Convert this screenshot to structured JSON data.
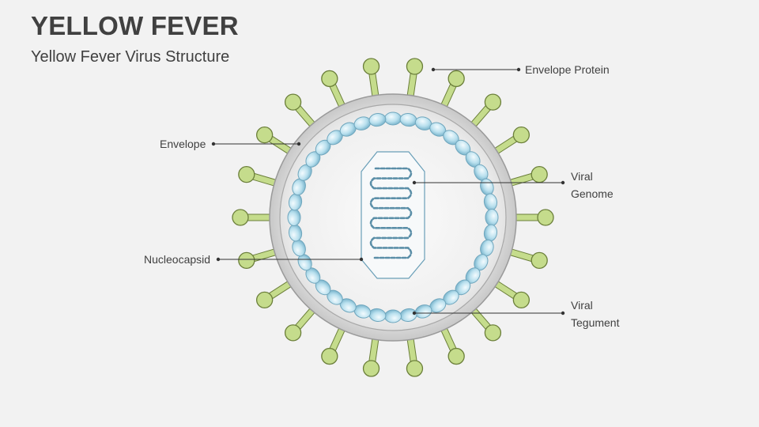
{
  "header": {
    "title": "YELLOW FEVER",
    "subtitle": "Yellow Fever Virus Structure"
  },
  "labels": {
    "envelope_protein": "Envelope Protein",
    "envelope": "Envelope",
    "viral_genome_1": "Viral",
    "viral_genome_2": "Genome",
    "nucleocapsid": "Nucleocapsid",
    "viral_tegument_1": "Viral",
    "viral_tegument_2": "Tegument"
  },
  "colors": {
    "background": "#f2f2f2",
    "spike_fill": "#c5dc8c",
    "spike_stroke": "#6b7f3a",
    "envelope_fill": "#d9d9d9",
    "bead_fill": "#a8d8e8",
    "genome_stroke": "#5b8fa8",
    "text": "#404040"
  }
}
